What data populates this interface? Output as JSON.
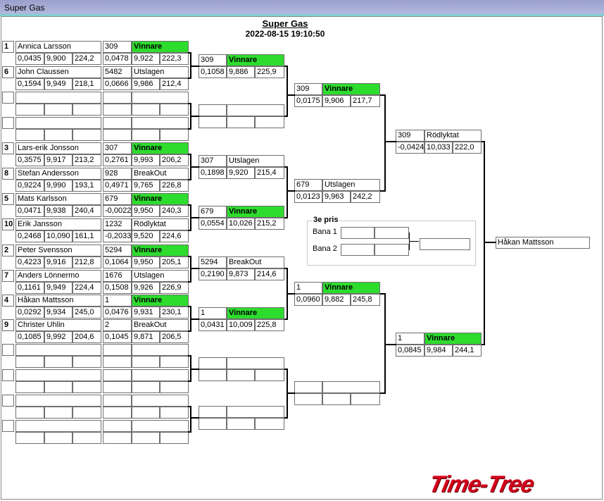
{
  "window": {
    "title": "Super Gas"
  },
  "event": {
    "name": "Super Gas",
    "timestamp": "2022-08-15 19:10:50"
  },
  "round1": [
    {
      "seed": "1",
      "name": "Annica Larsson",
      "v1": "0,0435",
      "v2": "9,900",
      "v3": "224,2"
    },
    {
      "seed": "6",
      "name": "John Claussen",
      "v1": "0,1594",
      "v2": "9,949",
      "v3": "218,1"
    },
    {
      "seed": "",
      "name": "",
      "v1": "",
      "v2": "",
      "v3": ""
    },
    {
      "seed": "",
      "name": "",
      "v1": "",
      "v2": "",
      "v3": ""
    },
    {
      "seed": "3",
      "name": "Lars-erik Jonsson",
      "v1": "0,3575",
      "v2": "9,917",
      "v3": "213,2"
    },
    {
      "seed": "8",
      "name": "Stefan Andersson",
      "v1": "0,9224",
      "v2": "9,990",
      "v3": "193,1"
    },
    {
      "seed": "5",
      "name": "Mats Karlsson",
      "v1": "0,0471",
      "v2": "9,938",
      "v3": "240,4"
    },
    {
      "seed": "10",
      "name": "Erik Jansson",
      "v1": "0,2468",
      "v2": "10,090",
      "v3": "161,1"
    },
    {
      "seed": "2",
      "name": "Peter Svensson",
      "v1": "0,4223",
      "v2": "9,916",
      "v3": "212,8"
    },
    {
      "seed": "7",
      "name": "Anders Lönnermo",
      "v1": "0,1161",
      "v2": "9,949",
      "v3": "224,4"
    },
    {
      "seed": "4",
      "name": "Håkan Mattsson",
      "v1": "0,0292",
      "v2": "9,934",
      "v3": "245,0"
    },
    {
      "seed": "9",
      "name": "Christer Uhlin",
      "v1": "0,1085",
      "v2": "9,992",
      "v3": "204,6"
    },
    {
      "seed": "",
      "name": "",
      "v1": "",
      "v2": "",
      "v3": ""
    },
    {
      "seed": "",
      "name": "",
      "v1": "",
      "v2": "",
      "v3": ""
    },
    {
      "seed": "",
      "name": "",
      "v1": "",
      "v2": "",
      "v3": ""
    },
    {
      "seed": "",
      "name": "",
      "v1": "",
      "v2": "",
      "v3": ""
    }
  ],
  "round2": [
    {
      "num": "309",
      "status": "Vinnare",
      "win": true,
      "v1": "0,0478",
      "v2": "9,922",
      "v3": "222,3"
    },
    {
      "num": "5482",
      "status": "Utslagen",
      "win": false,
      "v1": "0,0666",
      "v2": "9,986",
      "v3": "212,4"
    },
    {
      "num": "",
      "status": "",
      "win": false,
      "v1": "",
      "v2": "",
      "v3": ""
    },
    {
      "num": "",
      "status": "",
      "win": false,
      "v1": "",
      "v2": "",
      "v3": ""
    },
    {
      "num": "307",
      "status": "Vinnare",
      "win": true,
      "v1": "0,2761",
      "v2": "9,993",
      "v3": "206,2"
    },
    {
      "num": "928",
      "status": "BreakOut",
      "win": false,
      "v1": "0,4971",
      "v2": "9,765",
      "v3": "226,8"
    },
    {
      "num": "679",
      "status": "Vinnare",
      "win": true,
      "v1": "-0,0022",
      "v2": "9,950",
      "v3": "240,3"
    },
    {
      "num": "1232",
      "status": "Rödlyktat",
      "win": false,
      "v1": "-0,2033",
      "v2": "9,520",
      "v3": "224,6"
    },
    {
      "num": "5294",
      "status": "Vinnare",
      "win": true,
      "v1": "0,1064",
      "v2": "9,950",
      "v3": "205,1"
    },
    {
      "num": "1676",
      "status": "Utslagen",
      "win": false,
      "v1": "0,1508",
      "v2": "9,926",
      "v3": "226,9"
    },
    {
      "num": "1",
      "status": "Vinnare",
      "win": true,
      "v1": "0,0476",
      "v2": "9,931",
      "v3": "230,1"
    },
    {
      "num": "2",
      "status": "BreakOut",
      "win": false,
      "v1": "0,1045",
      "v2": "9,871",
      "v3": "206,5"
    },
    {
      "num": "",
      "status": "",
      "win": false,
      "v1": "",
      "v2": "",
      "v3": ""
    },
    {
      "num": "",
      "status": "",
      "win": false,
      "v1": "",
      "v2": "",
      "v3": ""
    },
    {
      "num": "",
      "status": "",
      "win": false,
      "v1": "",
      "v2": "",
      "v3": ""
    },
    {
      "num": "",
      "status": "",
      "win": false,
      "v1": "",
      "v2": "",
      "v3": ""
    }
  ],
  "round3": [
    {
      "num": "309",
      "status": "Vinnare",
      "win": true,
      "v1": "0,1058",
      "v2": "9,886",
      "v3": "225,9"
    },
    {
      "num": "",
      "status": "",
      "win": false,
      "v1": "",
      "v2": "",
      "v3": ""
    },
    {
      "num": "307",
      "status": "Utslagen",
      "win": false,
      "v1": "0,1898",
      "v2": "9,920",
      "v3": "215,4"
    },
    {
      "num": "679",
      "status": "Vinnare",
      "win": true,
      "v1": "0,0554",
      "v2": "10,026",
      "v3": "215,2"
    },
    {
      "num": "5294",
      "status": "BreakOut",
      "win": false,
      "v1": "0,2190",
      "v2": "9,873",
      "v3": "214,6"
    },
    {
      "num": "1",
      "status": "Vinnare",
      "win": true,
      "v1": "0,0431",
      "v2": "10,009",
      "v3": "225,8"
    },
    {
      "num": "",
      "status": "",
      "win": false,
      "v1": "",
      "v2": "",
      "v3": ""
    },
    {
      "num": "",
      "status": "",
      "win": false,
      "v1": "",
      "v2": "",
      "v3": ""
    }
  ],
  "round4": [
    {
      "num": "309",
      "status": "Vinnare",
      "win": true,
      "v1": "0,0175",
      "v2": "9,906",
      "v3": "217,7"
    },
    {
      "num": "679",
      "status": "Utslagen",
      "win": false,
      "v1": "0,0123",
      "v2": "9,963",
      "v3": "242,2"
    },
    {
      "num": "1",
      "status": "Vinnare",
      "win": true,
      "v1": "0,0960",
      "v2": "9,882",
      "v3": "245,8"
    },
    {
      "num": "",
      "status": "",
      "win": false,
      "v1": "",
      "v2": "",
      "v3": ""
    }
  ],
  "round5": [
    {
      "num": "309",
      "status": "Rödlyktat",
      "win": false,
      "v1": "-0,0424",
      "v2": "10,033",
      "v3": "222,0"
    },
    {
      "num": "1",
      "status": "Vinnare",
      "win": true,
      "v1": "0,0845",
      "v2": "9,984",
      "v3": "244,1"
    }
  ],
  "champion": {
    "name": "Håkan Mattsson"
  },
  "third_place": {
    "legend": "3e pris",
    "lane1": "Bana 1",
    "lane2": "Bana 2",
    "lane1_value": "",
    "lane2_value": "",
    "result": ""
  },
  "logo": {
    "text": "Time-Tree",
    "color": "#d3001a"
  },
  "colors": {
    "winner": "#2edc2e",
    "titlebar": "#9aa0cc"
  }
}
